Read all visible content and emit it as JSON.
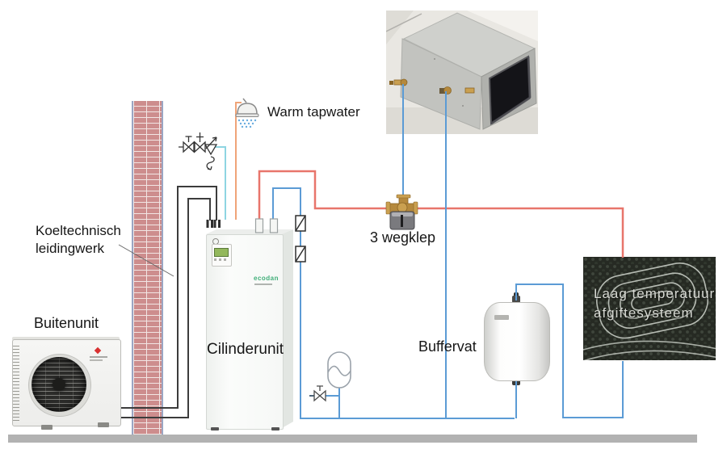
{
  "labels": {
    "warm_tapwater": "Warm tapwater",
    "koeltechnisch_1": "Koeltechnisch",
    "koeltechnisch_2": "leidingwerk",
    "buitenunit": "Buitenunit",
    "cilinderunit": "Cilinderunit",
    "wegklep": "3 wegklep",
    "buffervat": "Buffervat",
    "laag_1": "Laag temperatuur",
    "laag_2": "afgiftesysteem"
  },
  "cylinder_unit": {
    "brand": "ecodan"
  },
  "colors": {
    "refrigerant_pipe": "#3c3c3c",
    "heating_hot_pipe": "#e8756b",
    "heating_cold_pipe": "#5b9bd5",
    "tap_cold_pipe": "#8ed5e2",
    "tap_hot_pipe": "#f0a478",
    "ecodan_green": "#45b97c",
    "brick_wall": "#cd8d8d",
    "floor": "#b2b2b2"
  }
}
